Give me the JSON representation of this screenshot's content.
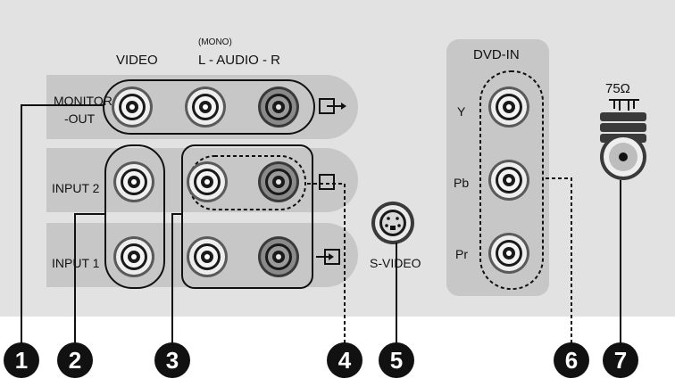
{
  "labels": {
    "video_header": "VIDEO",
    "mono": "(MONO)",
    "audio_header": "L - AUDIO - R",
    "monitor_out_l1": "MONITOR",
    "monitor_out_l2": "-OUT",
    "input2": "INPUT 2",
    "input1": "INPUT 1",
    "svideo": "S-VIDEO",
    "dvd_in": "DVD-IN",
    "y": "Y",
    "pb": "Pb",
    "pr": "Pr",
    "ohm": "75Ω"
  },
  "callouts": [
    "1",
    "2",
    "3",
    "4",
    "5",
    "6",
    "7"
  ],
  "colors": {
    "panel": "#e2e2e2",
    "strip": "#c7c7c7",
    "badge": "#111111"
  }
}
